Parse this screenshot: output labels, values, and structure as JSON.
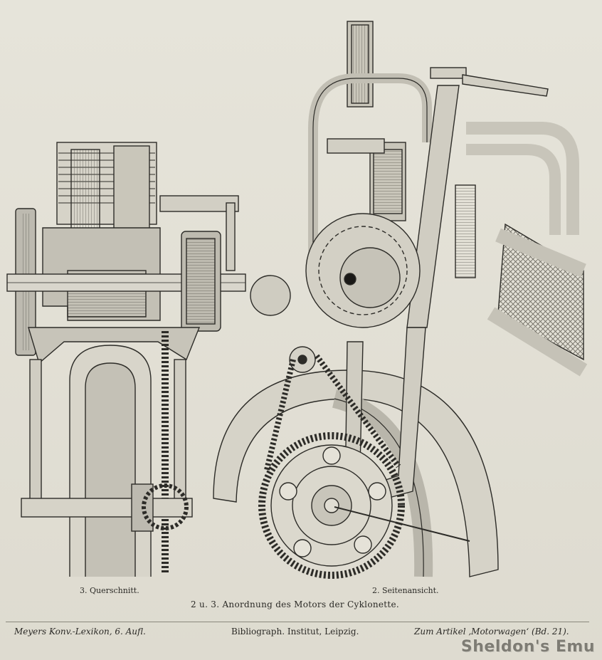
{
  "captions": {
    "fig3": "3. Querschnitt.",
    "fig2": "2. Seitenansicht.",
    "main": "2 u. 3. Anordnung des Motors der Cyklonette."
  },
  "footer": {
    "left": "Meyers Konv.-Lexikon, 6. Aufl.",
    "center": "Bibliograph. Institut, Leipzig.",
    "right": "Zum Artikel ‚Motorwagen‘ (Bd. 21)."
  },
  "watermark": "Sheldon's Emu",
  "colors": {
    "ink": "#2b2a26",
    "paper": "#e3e0d6",
    "watermark": "#7e7c74"
  }
}
